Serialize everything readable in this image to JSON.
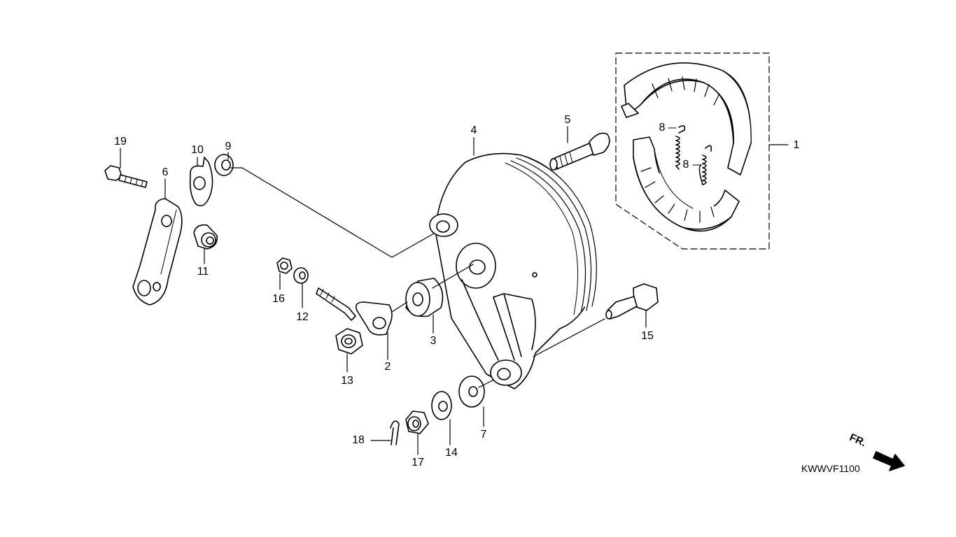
{
  "diagram": {
    "callouts": [
      "1",
      "2",
      "3",
      "4",
      "5",
      "6",
      "7",
      "8",
      "8",
      "9",
      "10",
      "11",
      "12",
      "13",
      "14",
      "15",
      "16",
      "17",
      "18",
      "19"
    ],
    "direction_label": "FR.",
    "drawing_code": "KWWVF1100"
  }
}
